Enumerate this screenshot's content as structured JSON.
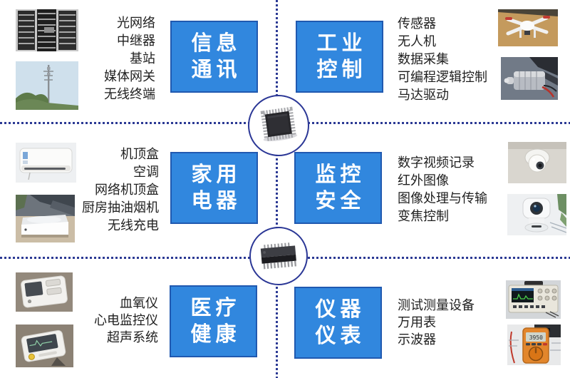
{
  "colors": {
    "category_fill": "#3187DE",
    "category_border": "#2059B0",
    "divider_navy": "#2C3A94",
    "list_text": "#1F1F1F",
    "title_text": "#FFFFFF"
  },
  "sections": [
    {
      "id": "info-comm",
      "title_line1": "信息",
      "title_line2": "通讯",
      "items": [
        "光网络",
        "中继器",
        "基站",
        "媒体网关",
        "无线终端"
      ]
    },
    {
      "id": "industrial-control",
      "title_line1": "工业",
      "title_line2": "控制",
      "items": [
        "传感器",
        "无人机",
        "数据采集",
        "可编程逻辑控制",
        "马达驱动"
      ]
    },
    {
      "id": "home-appliance",
      "title_line1": "家用",
      "title_line2": "电器",
      "items": [
        "机顶盒",
        "空调",
        "网络机顶盒",
        "厨房抽油烟机",
        "无线充电"
      ]
    },
    {
      "id": "surveillance-security",
      "title_line1": "监控",
      "title_line2": "安全",
      "items": [
        "数字视频记录",
        "红外图像",
        "图像处理与传输",
        "变焦控制"
      ]
    },
    {
      "id": "medical-health",
      "title_line1": "医疗",
      "title_line2": "健康",
      "items": [
        "血氧仪",
        "心电监控仪",
        "超声系统"
      ]
    },
    {
      "id": "instrumentation",
      "title_line1": "仪器",
      "title_line2": "仪表",
      "items": [
        "测试测量设备",
        "万用表",
        "示波器"
      ]
    }
  ],
  "center_chips": [
    {
      "name": "qfp-chip"
    },
    {
      "name": "soic-chip"
    }
  ],
  "photos": {
    "names": [
      "server-rack",
      "telecom-tower",
      "drone",
      "electric-motor",
      "air-conditioner",
      "set-top-box",
      "dome-camera",
      "ptz-camera",
      "blood-pressure-monitor",
      "ecg-monitor",
      "oscilloscope",
      "multimeter"
    ],
    "multimeter_display": "3950"
  }
}
